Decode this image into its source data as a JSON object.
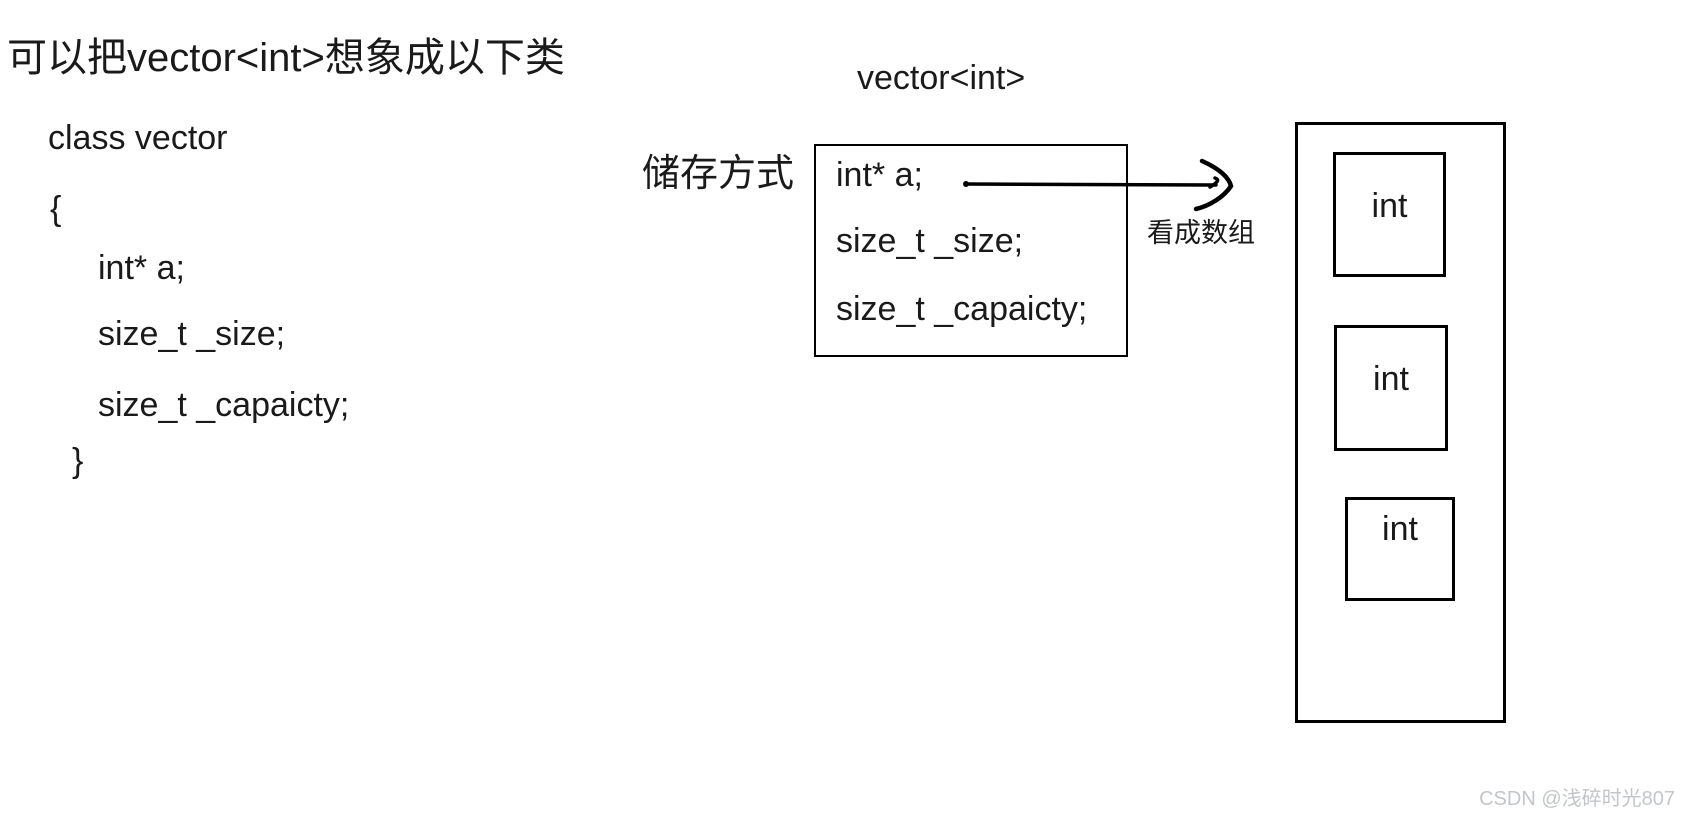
{
  "title": "可以把vector<int>想象成以下类",
  "class_code": {
    "declaration": "class vector",
    "open_brace": "{",
    "member_pointer": "int* a;",
    "member_size": "size_t _size;",
    "member_capacity": "size_t _capaicty;",
    "close_brace": "}"
  },
  "storage": {
    "heading": "vector<int>",
    "label": "储存方式",
    "box_lines": [
      "int* a;",
      "size_t _size;",
      "size_t _capaicty;"
    ],
    "arrow_label": "看成数组"
  },
  "array_view": {
    "cells": [
      "int",
      "int",
      "int"
    ]
  },
  "watermark": "CSDN @浅碎时光807",
  "colors": {
    "text": "#1a1a1a",
    "line": "#000000",
    "watermark": "#c3c6c8"
  }
}
